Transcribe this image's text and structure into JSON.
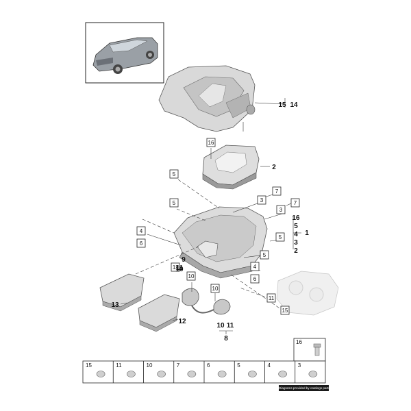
{
  "callouts_boxed": [
    "16",
    "5",
    "5",
    "7",
    "3",
    "3",
    "7",
    "4",
    "6",
    "5",
    "5",
    "4",
    "6",
    "11",
    "10",
    "10",
    "11",
    "15"
  ],
  "callouts_bold": [
    "2",
    "14",
    "15",
    "1",
    "16",
    "5",
    "4",
    "3",
    "2",
    "9",
    "11",
    "10",
    "13",
    "12",
    "10",
    "11",
    "8"
  ],
  "legend": {
    "items": [
      "15",
      "11",
      "10",
      "7",
      "6",
      "5",
      "4",
      "3"
    ],
    "extra_item": "16"
  },
  "footer": "Diagrams provided by catalogs parts"
}
